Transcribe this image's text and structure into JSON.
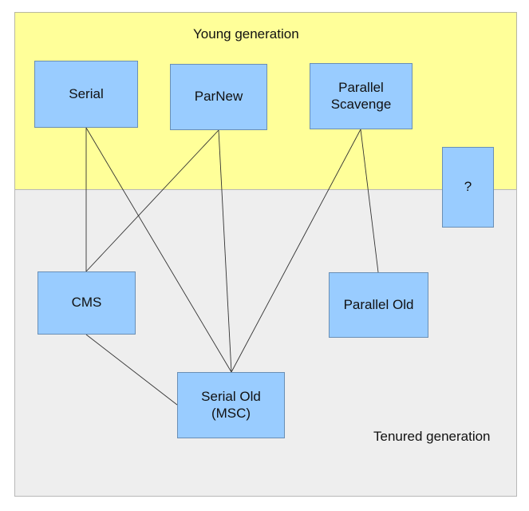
{
  "regions": {
    "young": {
      "label": "Young generation"
    },
    "tenured": {
      "label": "Tenured generation"
    }
  },
  "nodes": {
    "serial": "Serial",
    "parnew": "ParNew",
    "parallel_scavenge": "Parallel\nScavenge",
    "unknown": "?",
    "cms": "CMS",
    "parallel_old": "Parallel Old",
    "serial_old": "Serial Old\n(MSC)"
  },
  "connections": [
    {
      "from": "Serial",
      "to": "CMS"
    },
    {
      "from": "Serial",
      "to": "Serial Old (MSC)"
    },
    {
      "from": "ParNew",
      "to": "CMS"
    },
    {
      "from": "ParNew",
      "to": "Serial Old (MSC)"
    },
    {
      "from": "Parallel Scavenge",
      "to": "Serial Old (MSC)"
    },
    {
      "from": "Parallel Scavenge",
      "to": "Parallel Old"
    },
    {
      "from": "CMS",
      "to": "Serial Old (MSC)"
    }
  ],
  "colors": {
    "young_region": "#ffff99",
    "tenured_region": "#eeeeee",
    "node_fill": "#99ccff",
    "connector": "#333333"
  }
}
